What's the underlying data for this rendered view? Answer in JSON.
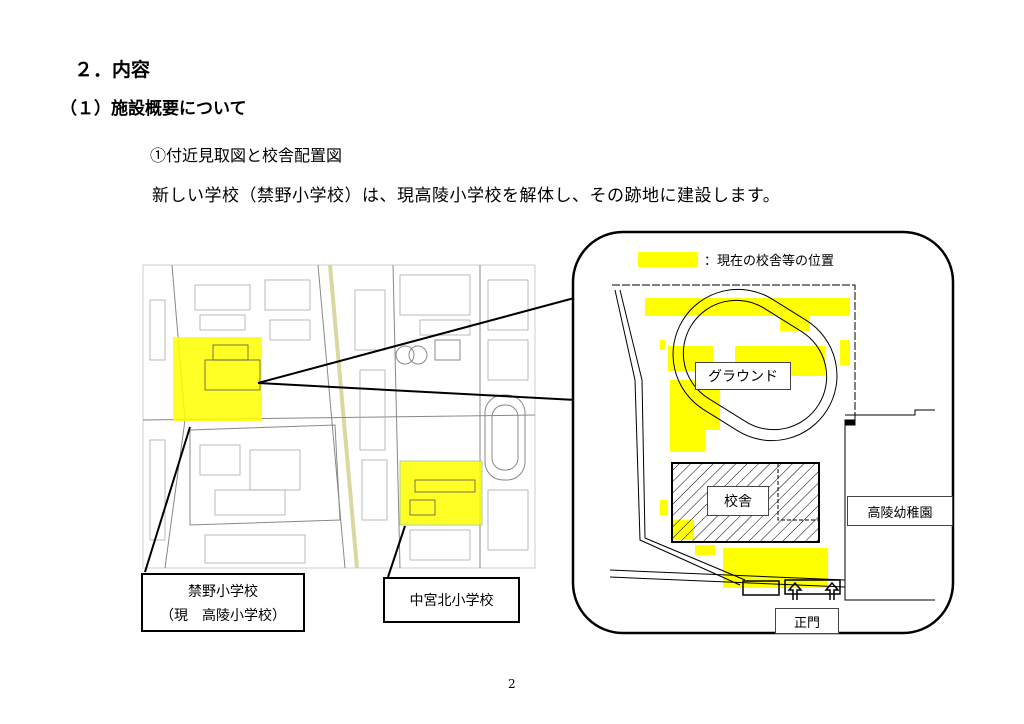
{
  "heading": "２．内容",
  "section": "（１）施設概要について",
  "subsection": "①付近見取図と校舎配置図",
  "body_text": "新しい学校（禁野小学校）は、現高陵小学校を解体し、その跡地に建設します。",
  "vicinity_map": {
    "label_kinya_line1": "禁野小学校",
    "label_kinya_line2": "（現　高陵小学校）",
    "label_nakamiya": "中宮北小学校"
  },
  "layout_plan": {
    "legend": "：現在の校舎等の位置",
    "ground": "グラウンド",
    "school_building": "校舎",
    "kindergarten": "高陵幼稚園",
    "main_gate": "正門"
  },
  "colors": {
    "highlight": "#ffff00"
  },
  "page_number": "2"
}
